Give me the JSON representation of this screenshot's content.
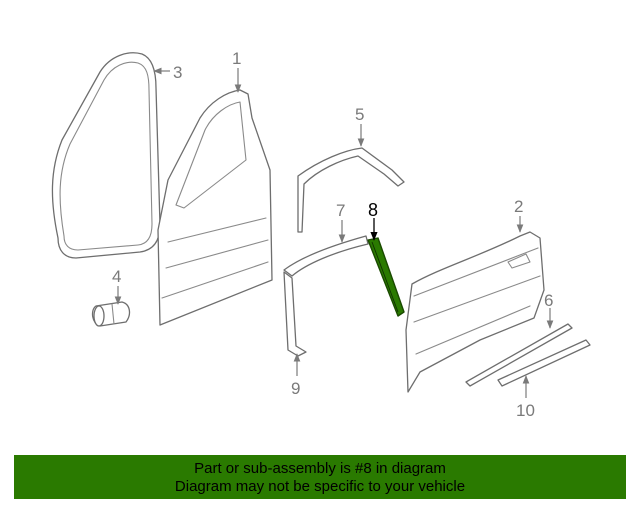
{
  "diagram": {
    "callouts": [
      "1",
      "2",
      "3",
      "4",
      "5",
      "6",
      "7",
      "8",
      "9",
      "10"
    ],
    "highlighted": "8",
    "highlight_color": "#2a7a00",
    "line_color": "#7a7a7a"
  },
  "banner": {
    "line1": "Part or sub-assembly is #8 in diagram",
    "line2": "Diagram may not be specific to your vehicle",
    "background": "#2a7a00"
  }
}
